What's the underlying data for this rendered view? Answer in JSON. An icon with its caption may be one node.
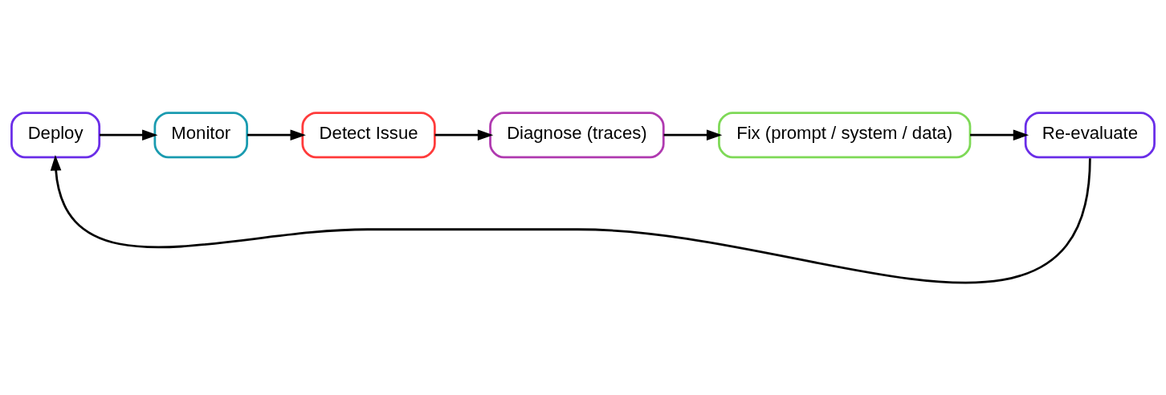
{
  "diagram": {
    "nodes": [
      {
        "text": [
          "Deploy"
        ]
      },
      {
        "text": [
          "Monitor"
        ]
      },
      {
        "text": [
          "Detect Issue"
        ]
      },
      {
        "text": [
          "Diagnose (traces)"
        ]
      },
      {
        "text": [
          "Fix (prompt / system / data)"
        ]
      },
      {
        "text": [
          "Re-evaluate"
        ]
      }
    ],
    "edges": [
      {
        "from": 0,
        "to": 1,
        "arrow": "to"
      },
      {
        "from": 1,
        "to": 2,
        "arrow": "to"
      },
      {
        "from": 2,
        "to": 3,
        "arrow": "to"
      },
      {
        "from": 3,
        "to": 4,
        "arrow": "to"
      },
      {
        "from": 4,
        "to": 5,
        "arrow": "to"
      },
      {
        "from": 5,
        "to": 0,
        "arrow": "to"
      }
    ]
  }
}
